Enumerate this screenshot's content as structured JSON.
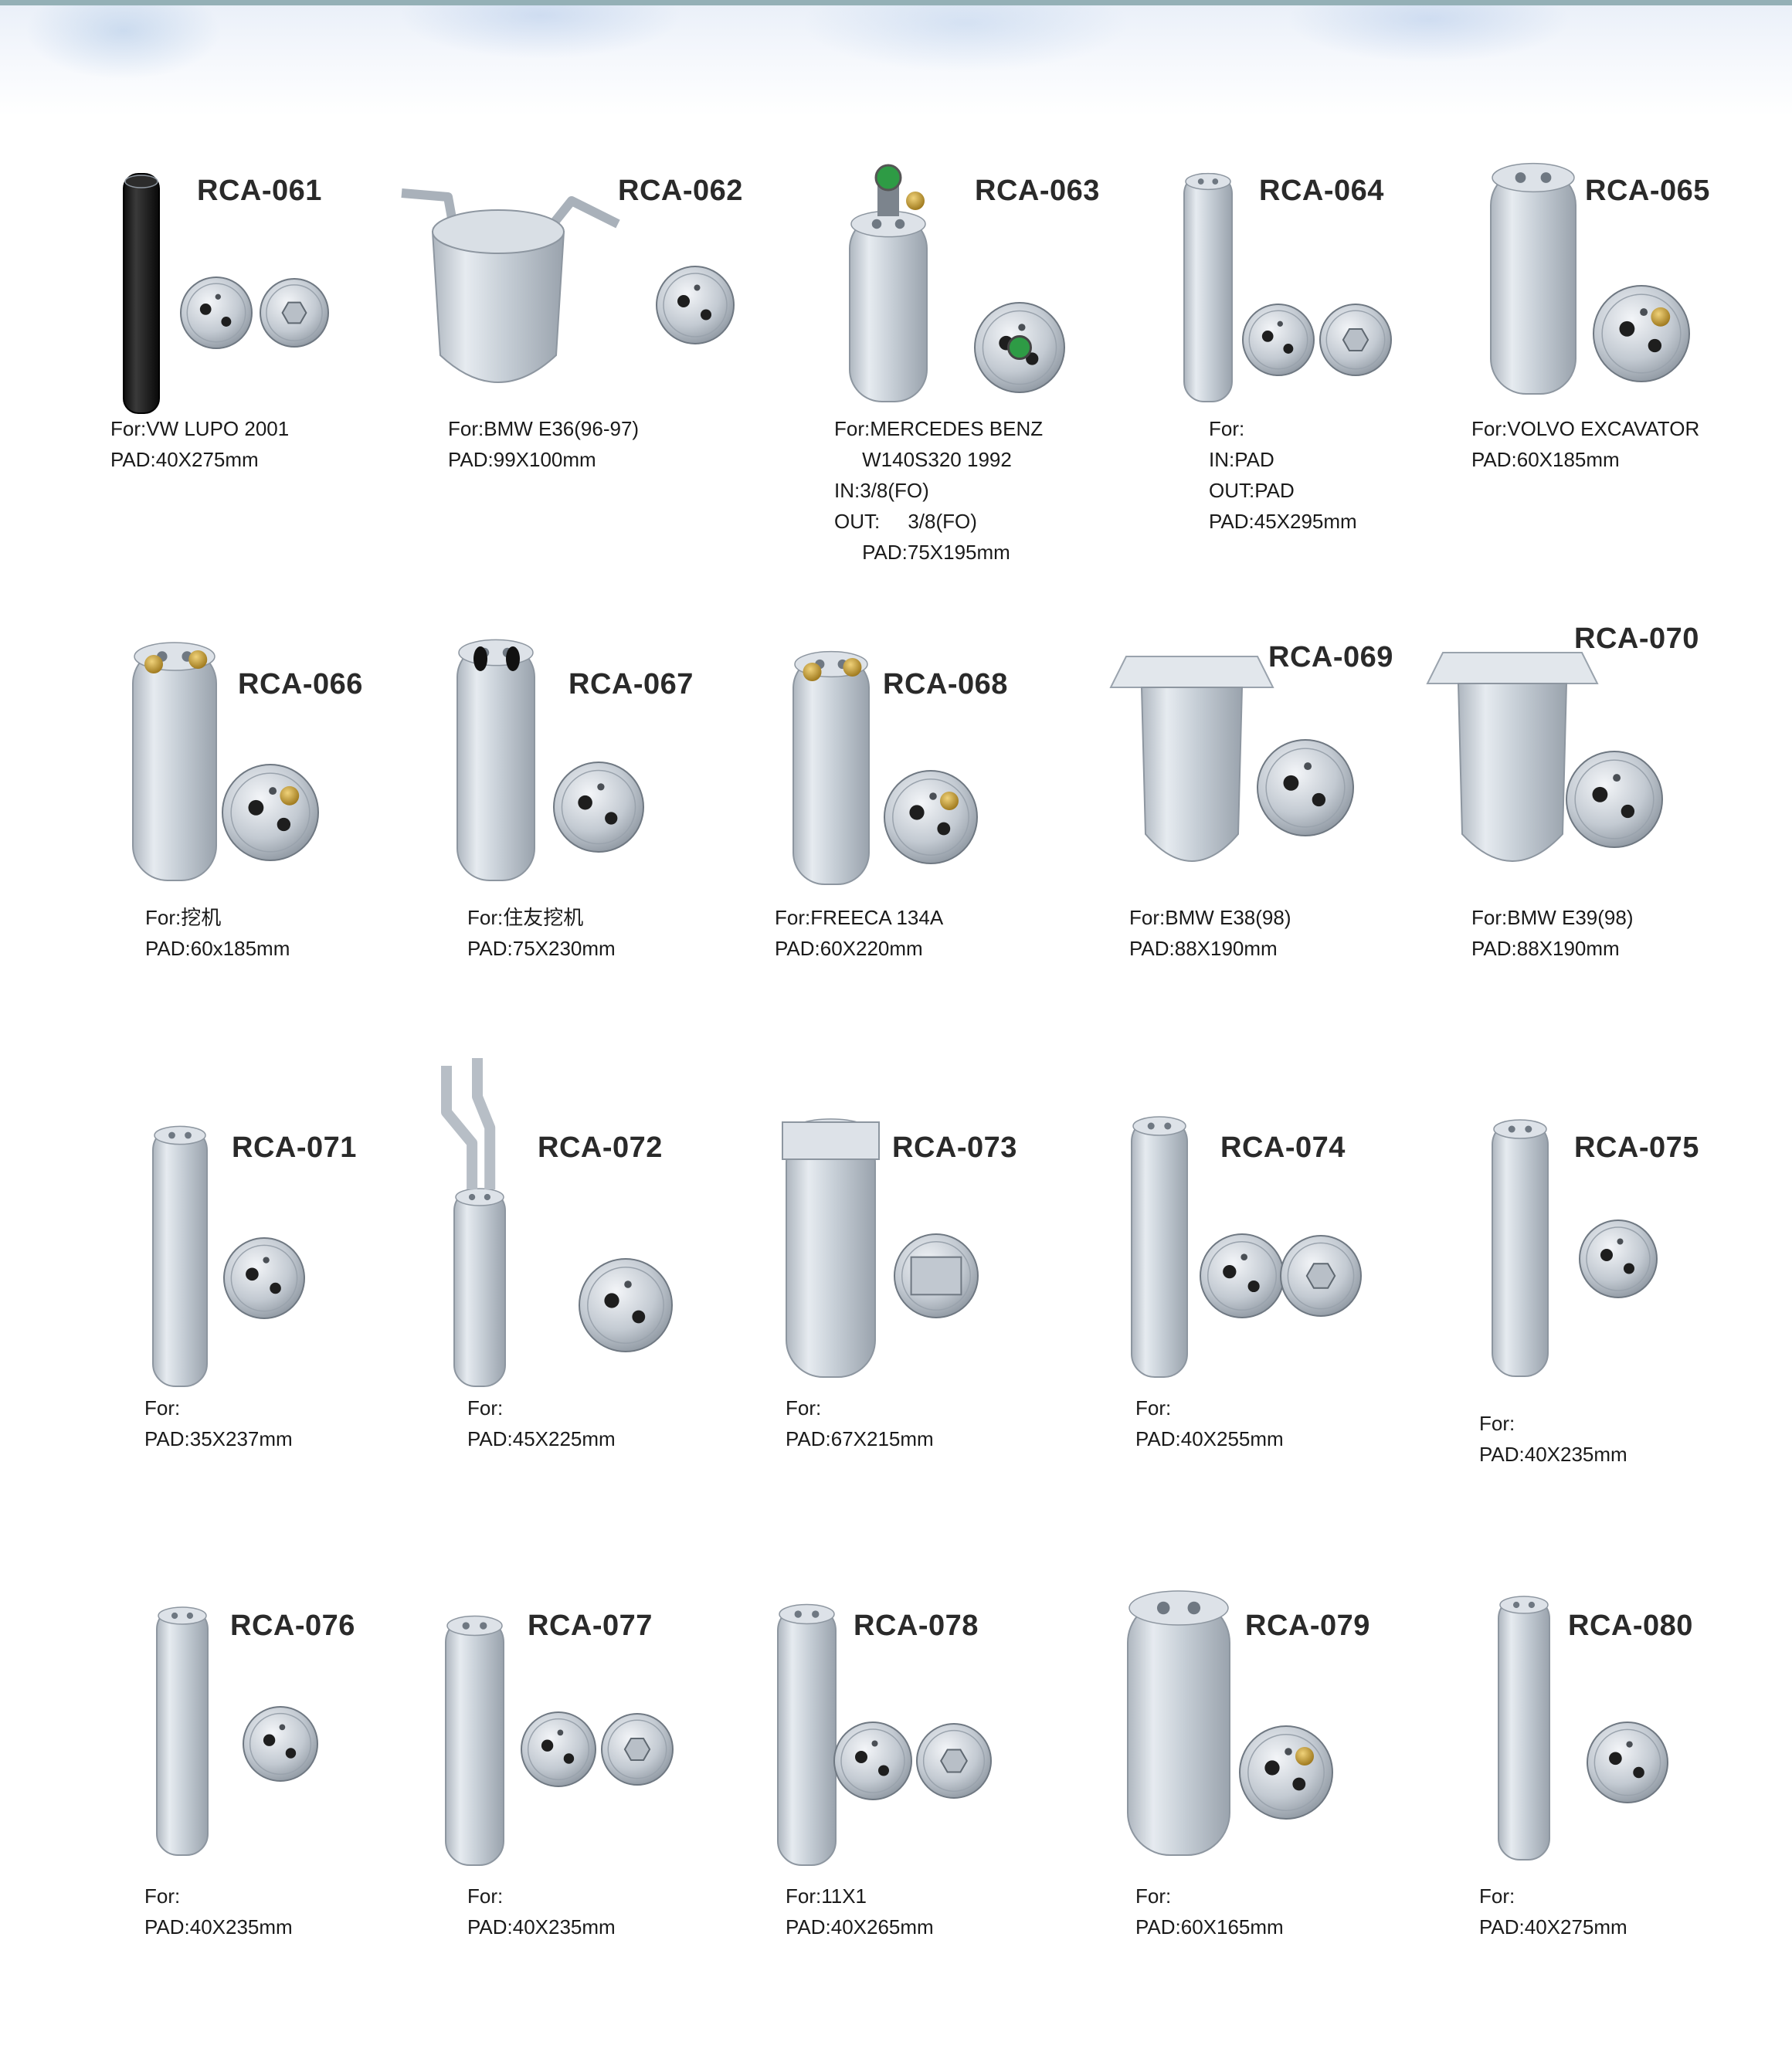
{
  "colors": {
    "banner_line": "#94b0b6",
    "text": "#1a1a1a",
    "cylinder_silver": "#c9d0d8",
    "cylinder_black": "#151515",
    "fitting_brass": "#c49a30"
  },
  "products": [
    {
      "code": "RCA-061",
      "icon": "black-tube-drier",
      "lines": [
        "For:VW LUPO 2001",
        "PAD:40X275mm"
      ]
    },
    {
      "code": "RCA-062",
      "icon": "bracket-drier",
      "lines": [
        "For:BMW E36(96-97)",
        "PAD:99X100mm"
      ]
    },
    {
      "code": "RCA-063",
      "icon": "valve-drier",
      "lines": [
        "For:MERCEDES BENZ",
        "     W140S320 1992",
        "IN:3/8(FO)",
        "OUT:     3/8(FO)",
        "     PAD:75X195mm"
      ]
    },
    {
      "code": "RCA-064",
      "icon": "slim-drier",
      "lines": [
        "For:",
        "IN:PAD",
        "OUT:PAD",
        "PAD:45X295mm"
      ]
    },
    {
      "code": "RCA-065",
      "icon": "wide-drier",
      "lines": [
        "For:VOLVO EXCAVATOR",
        "PAD:60X185mm"
      ]
    },
    {
      "code": "RCA-066",
      "icon": "brass-cap-drier",
      "lines": [
        "For:挖机",
        "PAD:60x185mm"
      ]
    },
    {
      "code": "RCA-067",
      "icon": "black-port-drier",
      "lines": [
        "For:住友挖机",
        "PAD:75X230mm"
      ]
    },
    {
      "code": "RCA-068",
      "icon": "brass-cap-drier",
      "lines": [
        "For:FREECA 134A",
        "PAD:60X220mm"
      ]
    },
    {
      "code": "RCA-069",
      "icon": "flanged-drier",
      "lines": [
        "For:BMW E38(98)",
        "PAD:88X190mm"
      ]
    },
    {
      "code": "RCA-070",
      "icon": "flanged-drier",
      "lines": [
        "For:BMW E39(98)",
        "PAD:88X190mm"
      ]
    },
    {
      "code": "RCA-071",
      "icon": "slim-drier",
      "lines": [
        "For:",
        "PAD:35X237mm"
      ]
    },
    {
      "code": "RCA-072",
      "icon": "pipe-drier",
      "lines": [
        "For:",
        "PAD:45X225mm"
      ]
    },
    {
      "code": "RCA-073",
      "icon": "block-drier",
      "lines": [
        "For:",
        "PAD:67X215mm"
      ]
    },
    {
      "code": "RCA-074",
      "icon": "slim-drier",
      "lines": [
        "For:",
        "PAD:40X255mm"
      ]
    },
    {
      "code": "RCA-075",
      "icon": "slim-drier",
      "lines": [
        "For:",
        "PAD:40X235mm"
      ]
    },
    {
      "code": "RCA-076",
      "icon": "slim-drier",
      "lines": [
        "For:",
        "PAD:40X235mm"
      ]
    },
    {
      "code": "RCA-077",
      "icon": "slim-drier",
      "lines": [
        "For:",
        "PAD:40X235mm"
      ]
    },
    {
      "code": "RCA-078",
      "icon": "slim-drier",
      "lines": [
        "For:11X1",
        "PAD:40X265mm"
      ]
    },
    {
      "code": "RCA-079",
      "icon": "wide-drier",
      "lines": [
        "For:",
        "PAD:60X165mm"
      ]
    },
    {
      "code": "RCA-080",
      "icon": "slim-drier",
      "lines": [
        "For:",
        "PAD:40X275mm"
      ]
    }
  ]
}
